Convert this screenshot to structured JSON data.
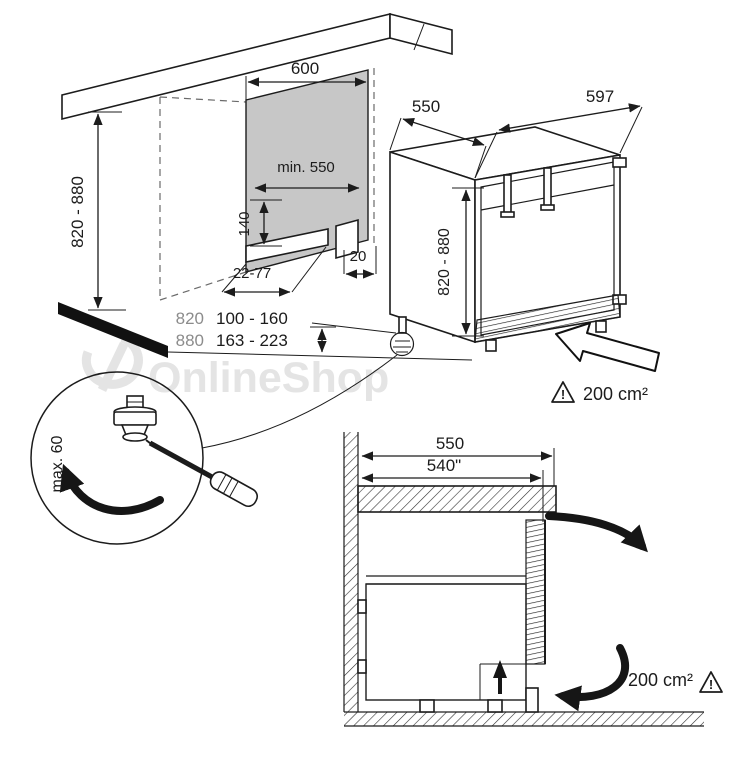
{
  "watermark": "OnlineShop",
  "niche_view": {
    "width_label": "600",
    "depth_label": "min. 550",
    "plinth_height_label": "140",
    "height_label": "820 - 880",
    "plinth_recess_label": "22-77",
    "rear_gap_label": "20",
    "foot_height_table": {
      "rows": [
        {
          "niche_height": "820",
          "foot_range": "100 - 160"
        },
        {
          "niche_height": "880",
          "foot_range": "163 - 223"
        }
      ]
    }
  },
  "appliance_view": {
    "width_label": "597",
    "depth_label": "550",
    "height_label": "820 - 880",
    "ventilation_label": "200 cm²",
    "warning_mark": "!"
  },
  "foot_detail_view": {
    "max_adjustment_label": "max. 60"
  },
  "section_view": {
    "niche_depth_label": "550",
    "inner_depth_label": "540\"",
    "ventilation_label": "200 cm²",
    "warning_mark": "!"
  }
}
